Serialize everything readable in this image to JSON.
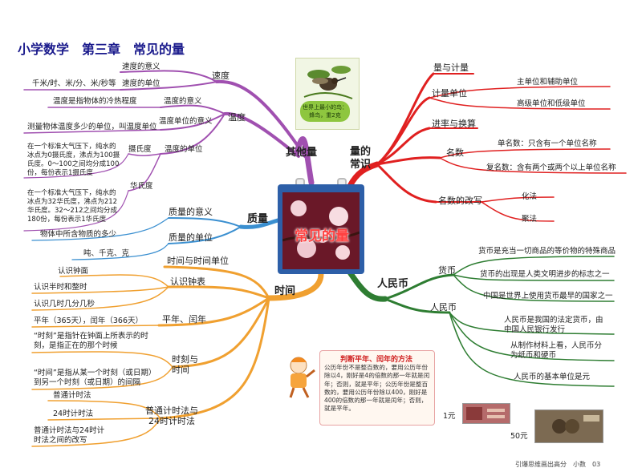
{
  "title": "小学数学　第三章　常见的量",
  "center": "常见的量",
  "bird_note": "世界上最小的鸟：蜂鸟，重2克",
  "branches": {
    "other": {
      "label": "其他量",
      "speed": {
        "label": "速度",
        "meaning": "速度的意义",
        "unit": "速度的单位",
        "unit_detail": "千米/时、米/分、米/秒等"
      },
      "temperature": {
        "label": "温度",
        "meaning": "温度的意义",
        "meaning_detail": "温度是指物体的冷热程度",
        "unit_meaning": "温度单位的意义",
        "unit_meaning_detail": "测量物体温度多少的单位，叫温度单位",
        "unit": "温度的单位",
        "celsius": "摄氏度",
        "celsius_detail": "在一个标准大气压下，纯水的冰点为0摄氏度，沸点为100摄氏度。0～100之间均分成100份，每份表示1摄氏度",
        "fahrenheit": "华氏度",
        "fahrenheit_detail": "在一个标准大气压下，纯水的冰点为32华氏度，沸点为212华氏度。32～212之间均分成180份，每份表示1华氏度"
      }
    },
    "mass": {
      "label": "质量",
      "meaning": "质量的意义",
      "meaning_detail": "物体中所含物质的多少",
      "unit": "质量的单位",
      "unit_detail": "吨、千克、克"
    },
    "time": {
      "label": "时间",
      "moment_time": "时间与时间单位",
      "clock": "认识钟表",
      "clock_items": [
        "认识钟面",
        "认识半时和整时",
        "认识几时几分几秒"
      ],
      "years": "平年、闰年",
      "years_detail": "平年（365天），闰年（366天）",
      "moment": "时刻与时间",
      "moment_detail_1": "“时刻”是指针在钟面上所表示的时刻，是指正在的那个时候",
      "moment_detail_2": "“时间”是指从某一个时刻（或日期）到另一个时刻（或日期）的间隔",
      "timing": "普通计时法与24时计时法",
      "timing_items": [
        "普通计时法",
        "24时计时法",
        "普通计时法与24时计时法之间的改写"
      ]
    },
    "quantity": {
      "label": "量的常识",
      "measure": "量与计量",
      "unit": "计量单位",
      "unit_items": [
        "主单位和辅助单位",
        "高级单位和低级单位"
      ],
      "conversion": "进率与换算",
      "numbers": "名数",
      "single": "单名数：只含有一个单位名称",
      "compound": "复名数：含有两个或两个以上单位名称",
      "rewrite": "名数的改写",
      "rewrite_items": [
        "化法",
        "聚法"
      ]
    },
    "rmb": {
      "label": "人民币",
      "currency": "货币",
      "currency_items": [
        "货币是充当一切商品的等价物的特殊商品",
        "货币的出现是人类文明进步的标志之一",
        "中国是世界上使用货币最早的国家之一"
      ],
      "rmb": "人民币",
      "rmb_items": [
        "人民币是我国的法定货币，由中国人民银行发行",
        "从制作材料上看，人民币分为纸币和硬币",
        "人民币的基本单位是元"
      ]
    }
  },
  "tip": {
    "title": "判断平年、闰年的方法",
    "body": "公历年份不是整百数的，要用公历年份除以4，刚好是4的倍数的那一年就是闰年；否则，就是平年；公历年份是整百数的，要用公历年份除以400，刚好是400的倍数的那一年就是闰年；否则，就是平年。"
  },
  "notes": {
    "one_yuan": "1元",
    "fifty_yuan": "50元"
  },
  "footer": "引爆思维画出高分　小数　03",
  "colors": {
    "other": "#a050b0",
    "mass": "#3a8fd0",
    "time": "#f0a030",
    "quantity": "#e02020",
    "rmb": "#2e7d32",
    "title": "#1a1a8c"
  }
}
